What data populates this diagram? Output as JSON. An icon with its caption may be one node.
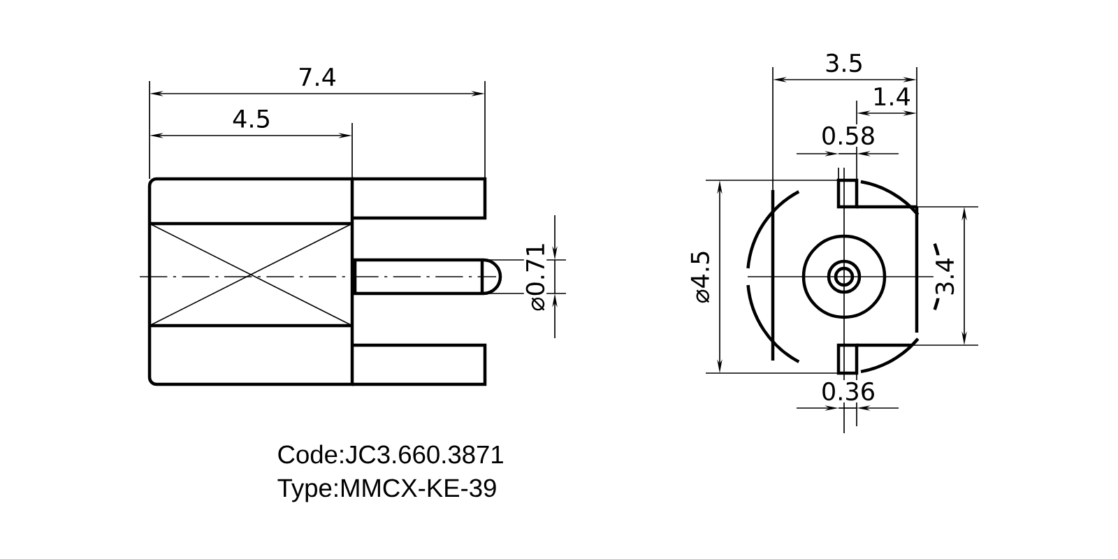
{
  "diagram": {
    "labels": [
      "7.4",
      "4.5",
      "⌀0.71",
      "3.5",
      "1.4",
      "0.58",
      "⌀4.5",
      "3.4",
      "0.36",
      "Code:JC3.660.3871",
      "Type:MMCX-KE-39"
    ]
  }
}
